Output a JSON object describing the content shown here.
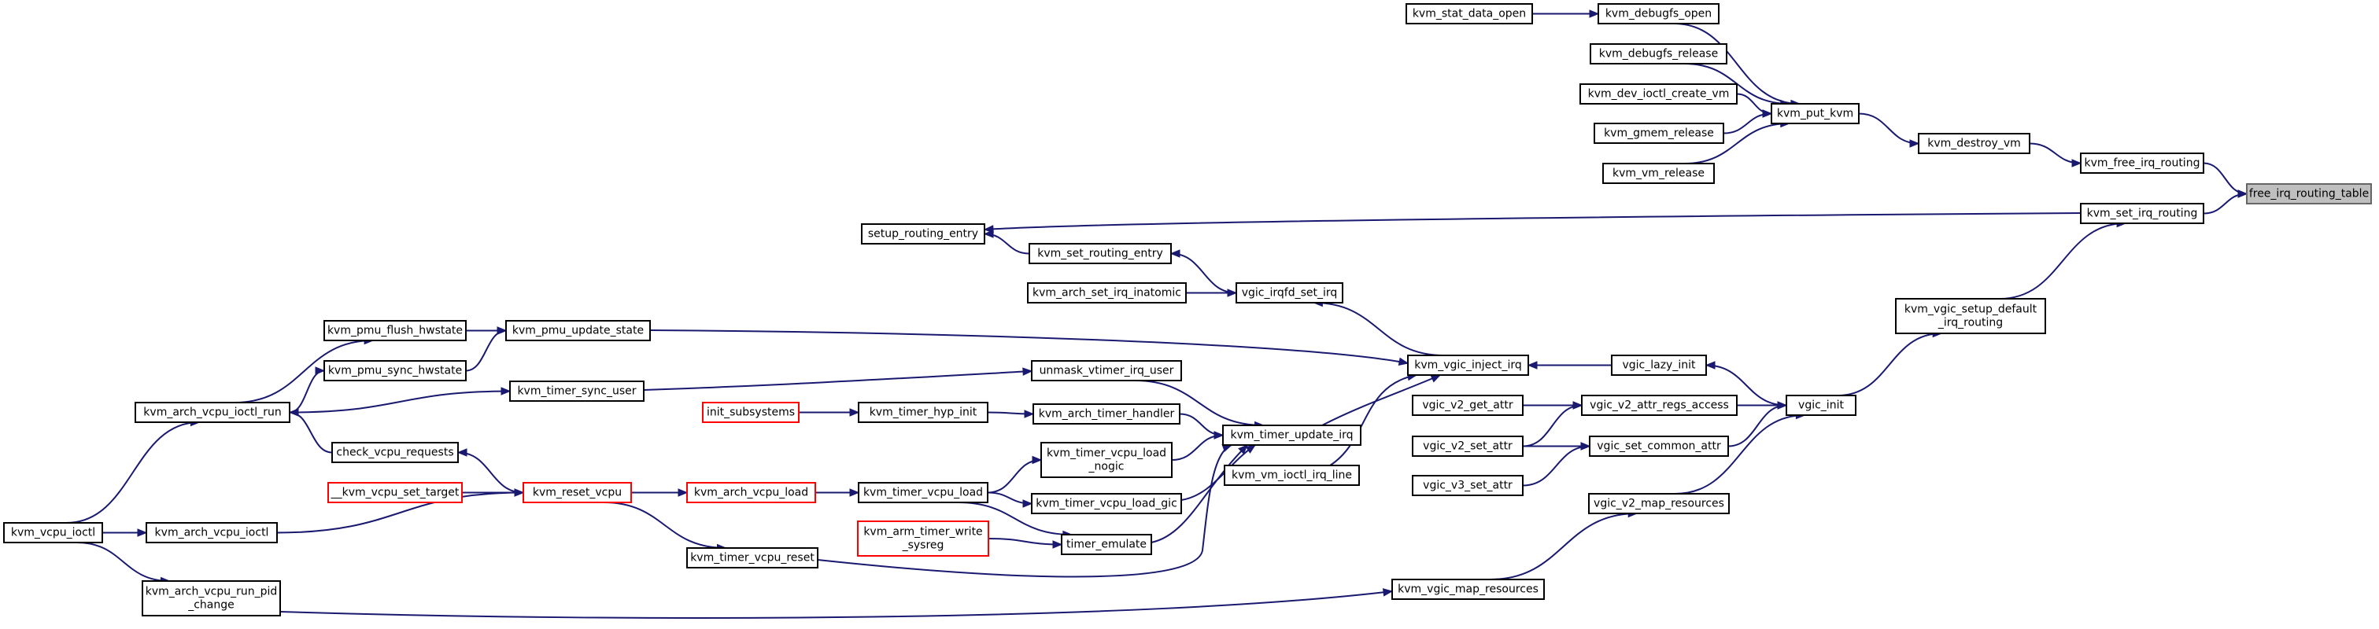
{
  "diagram": {
    "type": "call-graph",
    "nodes": [
      {
        "id": "free_irq_routing_table",
        "label": "free_irq_routing_table",
        "style": "focus"
      },
      {
        "id": "kvm_free_irq_routing",
        "label": "kvm_free_irq_routing"
      },
      {
        "id": "kvm_set_irq_routing",
        "label": "kvm_set_irq_routing"
      },
      {
        "id": "kvm_destroy_vm",
        "label": "kvm_destroy_vm"
      },
      {
        "id": "kvm_put_kvm",
        "label": "kvm_put_kvm"
      },
      {
        "id": "kvm_debugfs_open",
        "label": "kvm_debugfs_open"
      },
      {
        "id": "kvm_stat_data_open",
        "label": "kvm_stat_data_open"
      },
      {
        "id": "kvm_debugfs_release",
        "label": "kvm_debugfs_release"
      },
      {
        "id": "kvm_dev_ioctl_create_vm",
        "label": "kvm_dev_ioctl_create_vm"
      },
      {
        "id": "kvm_gmem_release",
        "label": "kvm_gmem_release"
      },
      {
        "id": "kvm_vm_release",
        "label": "kvm_vm_release"
      },
      {
        "id": "setup_routing_entry",
        "label": "setup_routing_entry"
      },
      {
        "id": "kvm_set_routing_entry",
        "label": "kvm_set_routing_entry"
      },
      {
        "id": "kvm_vgic_setup_default_irq_routing",
        "lines": [
          "kvm_vgic_setup_default",
          "_irq_routing"
        ]
      },
      {
        "id": "vgic_irqfd_set_irq",
        "label": "vgic_irqfd_set_irq"
      },
      {
        "id": "kvm_arch_set_irq_inatomic",
        "label": "kvm_arch_set_irq_inatomic"
      },
      {
        "id": "kvm_vgic_inject_irq",
        "label": "kvm_vgic_inject_irq"
      },
      {
        "id": "vgic_lazy_init",
        "label": "vgic_lazy_init"
      },
      {
        "id": "vgic_init",
        "label": "vgic_init"
      },
      {
        "id": "vgic_v2_attr_regs_access",
        "label": "vgic_v2_attr_regs_access"
      },
      {
        "id": "vgic_set_common_attr",
        "label": "vgic_set_common_attr"
      },
      {
        "id": "vgic_v2_get_attr",
        "label": "vgic_v2_get_attr"
      },
      {
        "id": "vgic_v2_set_attr",
        "label": "vgic_v2_set_attr"
      },
      {
        "id": "vgic_v3_set_attr",
        "label": "vgic_v3_set_attr"
      },
      {
        "id": "vgic_v2_map_resources",
        "label": "vgic_v2_map_resources"
      },
      {
        "id": "kvm_vgic_map_resources",
        "label": "kvm_vgic_map_resources"
      },
      {
        "id": "kvm_pmu_update_state",
        "label": "kvm_pmu_update_state"
      },
      {
        "id": "kvm_pmu_flush_hwstate",
        "label": "kvm_pmu_flush_hwstate"
      },
      {
        "id": "kvm_pmu_sync_hwstate",
        "label": "kvm_pmu_sync_hwstate"
      },
      {
        "id": "kvm_arch_vcpu_ioctl_run",
        "label": "kvm_arch_vcpu_ioctl_run"
      },
      {
        "id": "kvm_vcpu_ioctl",
        "label": "kvm_vcpu_ioctl"
      },
      {
        "id": "kvm_arch_vcpu_ioctl",
        "label": "kvm_arch_vcpu_ioctl"
      },
      {
        "id": "kvm_arch_vcpu_run_pid_change",
        "lines": [
          "kvm_arch_vcpu_run_pid",
          "_change"
        ]
      },
      {
        "id": "kvm_timer_sync_user",
        "label": "kvm_timer_sync_user"
      },
      {
        "id": "unmask_vtimer_irq_user",
        "label": "unmask_vtimer_irq_user"
      },
      {
        "id": "kvm_timer_update_irq",
        "label": "kvm_timer_update_irq"
      },
      {
        "id": "kvm_vm_ioctl_irq_line",
        "label": "kvm_vm_ioctl_irq_line"
      },
      {
        "id": "kvm_arch_timer_handler",
        "label": "kvm_arch_timer_handler"
      },
      {
        "id": "kvm_timer_hyp_init",
        "label": "kvm_timer_hyp_init"
      },
      {
        "id": "init_subsystems",
        "label": "init_subsystems",
        "style": "truncated"
      },
      {
        "id": "kvm_timer_vcpu_load_nogic",
        "lines": [
          "kvm_timer_vcpu_load",
          "_nogic"
        ]
      },
      {
        "id": "kvm_timer_vcpu_load_gic",
        "label": "kvm_timer_vcpu_load_gic"
      },
      {
        "id": "kvm_timer_vcpu_load",
        "label": "kvm_timer_vcpu_load"
      },
      {
        "id": "kvm_arch_vcpu_load",
        "label": "kvm_arch_vcpu_load",
        "style": "truncated"
      },
      {
        "id": "kvm_reset_vcpu",
        "label": "kvm_reset_vcpu",
        "style": "truncated"
      },
      {
        "id": "check_vcpu_requests",
        "label": "check_vcpu_requests"
      },
      {
        "id": "__kvm_vcpu_set_target",
        "label": "__kvm_vcpu_set_target",
        "style": "truncated"
      },
      {
        "id": "kvm_timer_vcpu_reset",
        "label": "kvm_timer_vcpu_reset"
      },
      {
        "id": "timer_emulate",
        "label": "timer_emulate"
      },
      {
        "id": "kvm_arm_timer_write_sysreg",
        "lines": [
          "kvm_arm_timer_write",
          "_sysreg"
        ],
        "style": "truncated"
      }
    ],
    "edges": [
      [
        "kvm_free_irq_routing",
        "free_irq_routing_table"
      ],
      [
        "kvm_set_irq_routing",
        "free_irq_routing_table"
      ],
      [
        "kvm_destroy_vm",
        "kvm_free_irq_routing"
      ],
      [
        "kvm_put_kvm",
        "kvm_destroy_vm"
      ],
      [
        "kvm_debugfs_open",
        "kvm_put_kvm"
      ],
      [
        "kvm_stat_data_open",
        "kvm_debugfs_open"
      ],
      [
        "kvm_debugfs_release",
        "kvm_put_kvm"
      ],
      [
        "kvm_dev_ioctl_create_vm",
        "kvm_put_kvm"
      ],
      [
        "kvm_gmem_release",
        "kvm_put_kvm"
      ],
      [
        "kvm_vm_release",
        "kvm_put_kvm"
      ],
      [
        "kvm_set_irq_routing",
        "setup_routing_entry"
      ],
      [
        "kvm_vgic_setup_default_irq_routing",
        "kvm_set_irq_routing"
      ],
      [
        "kvm_set_routing_entry",
        "setup_routing_entry"
      ],
      [
        "vgic_irqfd_set_irq",
        "kvm_set_routing_entry"
      ],
      [
        "kvm_arch_set_irq_inatomic",
        "vgic_irqfd_set_irq"
      ],
      [
        "kvm_vgic_inject_irq",
        "vgic_irqfd_set_irq"
      ],
      [
        "vgic_init",
        "kvm_vgic_setup_default_irq_routing"
      ],
      [
        "vgic_lazy_init",
        "kvm_vgic_inject_irq"
      ],
      [
        "vgic_init",
        "vgic_lazy_init"
      ],
      [
        "vgic_v2_attr_regs_access",
        "vgic_init"
      ],
      [
        "vgic_set_common_attr",
        "vgic_init"
      ],
      [
        "vgic_v2_map_resources",
        "vgic_init"
      ],
      [
        "vgic_v2_get_attr",
        "vgic_v2_attr_regs_access"
      ],
      [
        "vgic_v2_set_attr",
        "vgic_v2_attr_regs_access"
      ],
      [
        "vgic_v2_set_attr",
        "vgic_set_common_attr"
      ],
      [
        "vgic_v3_set_attr",
        "vgic_set_common_attr"
      ],
      [
        "kvm_vgic_map_resources",
        "vgic_v2_map_resources"
      ],
      [
        "kvm_arch_vcpu_run_pid_change",
        "kvm_vgic_map_resources"
      ],
      [
        "kvm_pmu_update_state",
        "kvm_vgic_inject_irq"
      ],
      [
        "kvm_pmu_flush_hwstate",
        "kvm_pmu_update_state"
      ],
      [
        "kvm_pmu_sync_hwstate",
        "kvm_pmu_update_state"
      ],
      [
        "kvm_arch_vcpu_ioctl_run",
        "kvm_pmu_flush_hwstate"
      ],
      [
        "kvm_arch_vcpu_ioctl_run",
        "kvm_pmu_sync_hwstate"
      ],
      [
        "kvm_vcpu_ioctl",
        "kvm_arch_vcpu_ioctl_run"
      ],
      [
        "kvm_arch_vcpu_ioctl_run",
        "kvm_timer_sync_user"
      ],
      [
        "check_vcpu_requests",
        "kvm_arch_vcpu_ioctl_run"
      ],
      [
        "kvm_vcpu_ioctl",
        "kvm_arch_vcpu_ioctl"
      ],
      [
        "kvm_vcpu_ioctl",
        "kvm_arch_vcpu_run_pid_change"
      ],
      [
        "kvm_timer_sync_user",
        "unmask_vtimer_irq_user"
      ],
      [
        "kvm_timer_update_irq",
        "kvm_vgic_inject_irq"
      ],
      [
        "kvm_vm_ioctl_irq_line",
        "kvm_vgic_inject_irq"
      ],
      [
        "unmask_vtimer_irq_user",
        "kvm_timer_update_irq"
      ],
      [
        "kvm_arch_timer_handler",
        "kvm_timer_update_irq"
      ],
      [
        "kvm_timer_hyp_init",
        "kvm_arch_timer_handler"
      ],
      [
        "init_subsystems",
        "kvm_timer_hyp_init"
      ],
      [
        "kvm_timer_vcpu_load_nogic",
        "kvm_timer_update_irq"
      ],
      [
        "kvm_timer_vcpu_load_gic",
        "kvm_timer_update_irq"
      ],
      [
        "timer_emulate",
        "kvm_timer_update_irq"
      ],
      [
        "kvm_timer_vcpu_reset",
        "kvm_timer_update_irq"
      ],
      [
        "kvm_timer_vcpu_load",
        "kvm_timer_vcpu_load_nogic"
      ],
      [
        "kvm_timer_vcpu_load",
        "kvm_timer_vcpu_load_gic"
      ],
      [
        "kvm_timer_vcpu_load",
        "timer_emulate"
      ],
      [
        "kvm_arch_vcpu_load",
        "kvm_timer_vcpu_load"
      ],
      [
        "kvm_reset_vcpu",
        "kvm_arch_vcpu_load"
      ],
      [
        "kvm_reset_vcpu",
        "check_vcpu_requests"
      ],
      [
        "__kvm_vcpu_set_target",
        "kvm_reset_vcpu"
      ],
      [
        "kvm_arch_vcpu_ioctl",
        "kvm_reset_vcpu"
      ],
      [
        "kvm_reset_vcpu",
        "kvm_timer_vcpu_reset"
      ],
      [
        "kvm_arm_timer_write_sysreg",
        "timer_emulate"
      ]
    ],
    "colors": {
      "edge": "#191970",
      "node_border": "#000000",
      "truncated_border": "#ff0000",
      "focus_fill": "#bfbfbf",
      "focus_border": "#666666"
    }
  }
}
